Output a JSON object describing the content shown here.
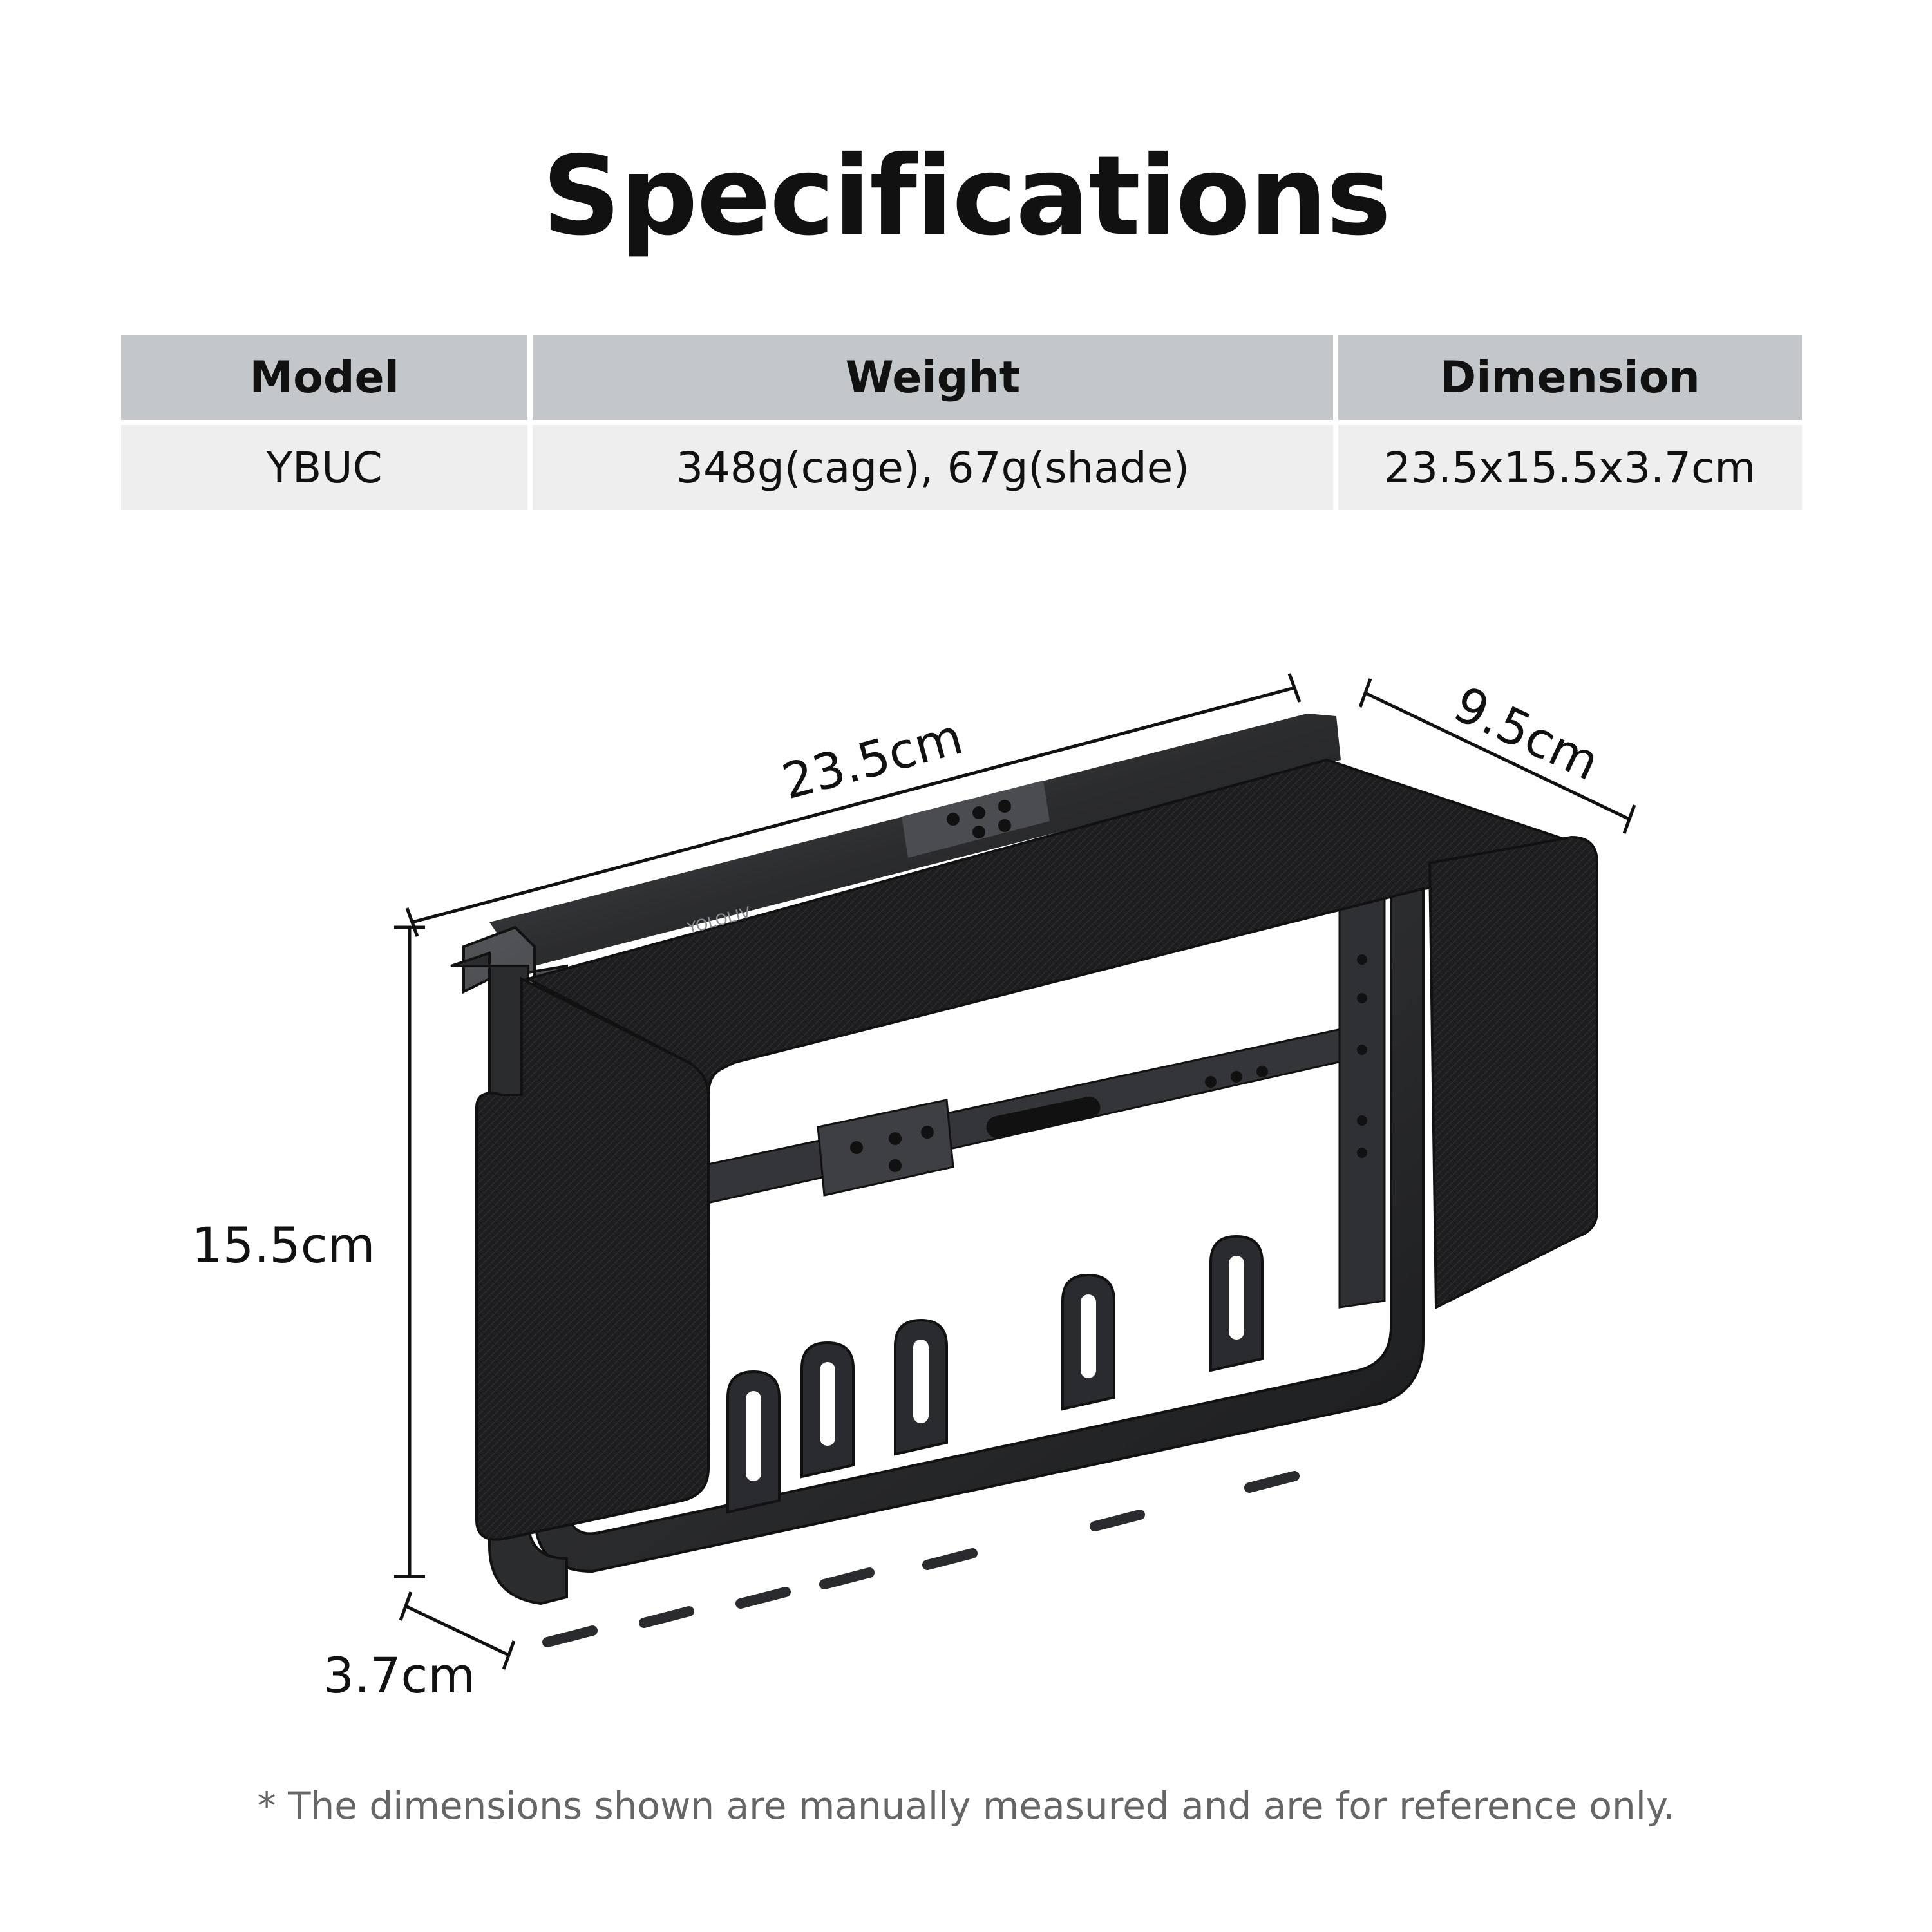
{
  "title": "Specifications",
  "table": {
    "headers": [
      "Model",
      "Weight",
      "Dimension"
    ],
    "rows": [
      [
        "YBUC",
        "348g(cage), 67g(shade)",
        "23.5x15.5x3.7cm"
      ]
    ]
  },
  "dimensions": {
    "length": "23.5cm",
    "depth": "9.5cm",
    "height": "15.5cm",
    "thickness": "3.7cm"
  },
  "product_engraving": "YOLOLIV",
  "note": "* The dimensions shown are manually measured and are for reference only.",
  "colors": {
    "header_bg": "#c4c7c9",
    "row_bg": "#eeeeef",
    "text": "#111111",
    "note_text": "#666666",
    "cage_metal": "#2b2c2e",
    "shade_fabric": "#1e1e20"
  }
}
